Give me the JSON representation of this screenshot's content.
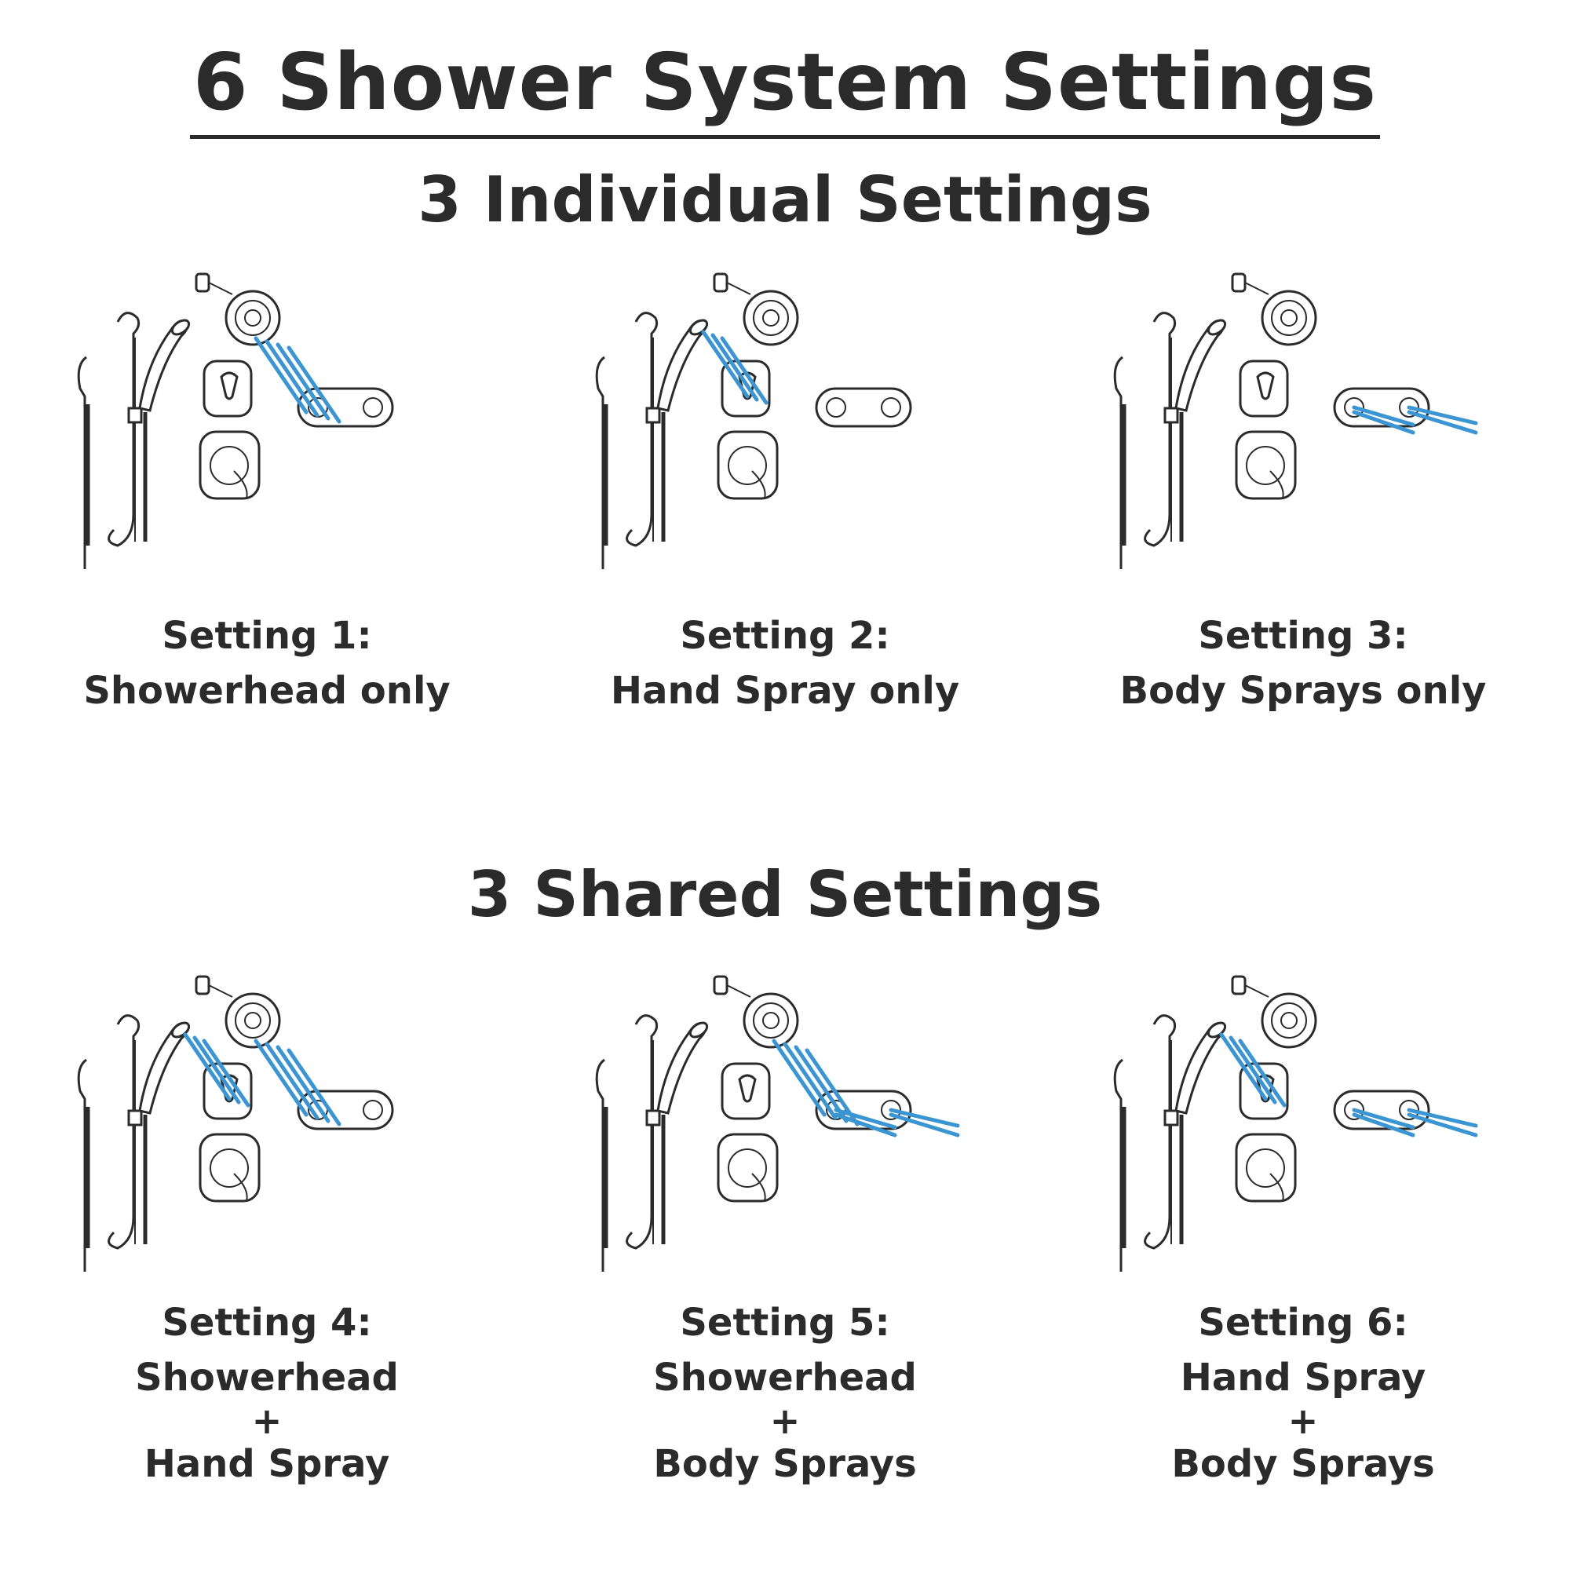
{
  "title": "6 Shower System Settings",
  "individual": {
    "heading": "3 Individual Settings",
    "settings": [
      {
        "label": "Setting 1:",
        "lines": [
          "Showerhead only"
        ],
        "active": [
          "showerhead"
        ]
      },
      {
        "label": "Setting 2:",
        "lines": [
          "Hand Spray only"
        ],
        "active": [
          "handspray"
        ]
      },
      {
        "label": "Setting 3:",
        "lines": [
          "Body Sprays only"
        ],
        "active": [
          "bodysprays"
        ]
      }
    ]
  },
  "shared": {
    "heading": "3 Shared Settings",
    "settings": [
      {
        "label": "Setting 4:",
        "lines": [
          "Showerhead",
          "+",
          "Hand Spray"
        ],
        "active": [
          "showerhead",
          "handspray"
        ]
      },
      {
        "label": "Setting 5:",
        "lines": [
          "Showerhead",
          "+",
          "Body Sprays"
        ],
        "active": [
          "showerhead",
          "bodysprays"
        ]
      },
      {
        "label": "Setting 6:",
        "lines": [
          "Hand Spray",
          "+",
          "Body Sprays"
        ],
        "active": [
          "handspray",
          "bodysprays"
        ]
      }
    ]
  },
  "colors": {
    "water": "#3b95d3",
    "ink": "#2b2b2b"
  }
}
